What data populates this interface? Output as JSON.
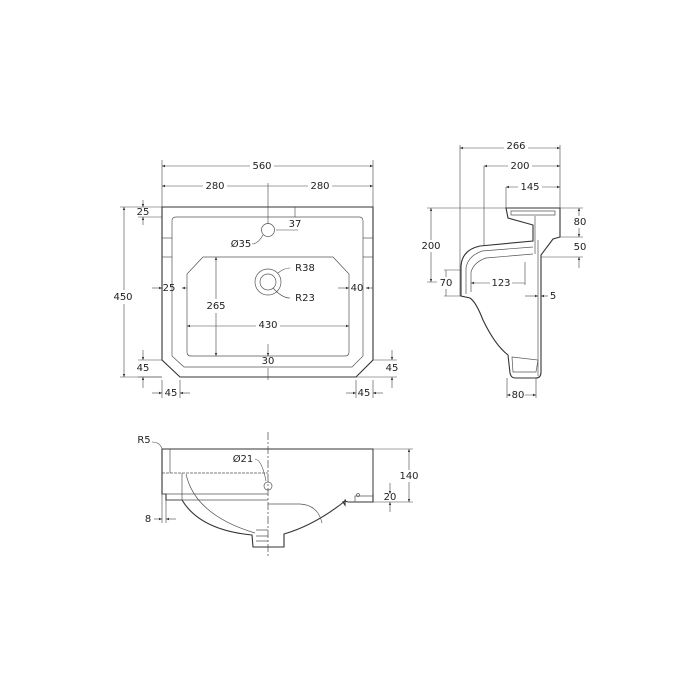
{
  "top_view": {
    "overall_width": "560",
    "half_width_left": "280",
    "half_width_right": "280",
    "top_rim": "25",
    "tap_hole_offset": "37",
    "tap_hole_diameter": "Ø35",
    "waste_outer_radius": "R38",
    "waste_inner_radius": "R23",
    "bowl_left_margin": "25",
    "bowl_right_margin": "40",
    "bowl_depth": "265",
    "bowl_width": "430",
    "bowl_front_margin": "30",
    "overall_depth": "450",
    "chamfer_left_vertical": "45",
    "chamfer_right_vertical": "45",
    "chamfer_left_horizontal": "45",
    "chamfer_right_horizontal": "45"
  },
  "side_view": {
    "depth_266": "266",
    "depth_200": "200",
    "depth_145": "145",
    "flange_80": "80",
    "wall_50": "50",
    "height_200": "200",
    "outlet_70": "70",
    "outlet_123": "123",
    "wall_5": "5",
    "base_80": "80"
  },
  "front_view": {
    "corner_radius": "R5",
    "overflow_diameter": "Ø21",
    "height_140": "140",
    "height_20": "20",
    "offset_8": "8"
  }
}
